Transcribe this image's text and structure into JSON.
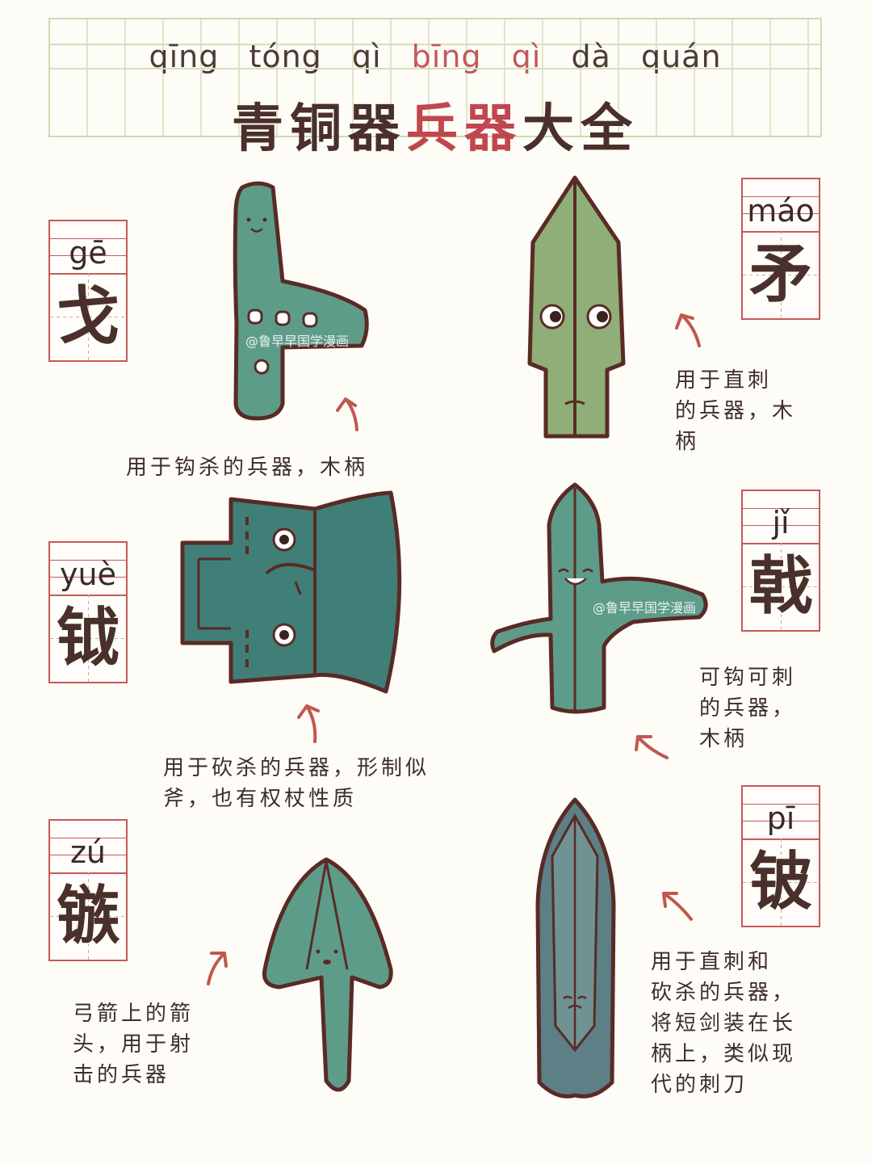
{
  "title": {
    "pinyin": [
      "qīng",
      "tóng",
      "qì",
      "bīng",
      "qì",
      "dà",
      "quán"
    ],
    "chars": [
      "青",
      "铜",
      "器",
      "兵",
      "器",
      "大",
      "全"
    ]
  },
  "colors": {
    "weapon_green": "#7fa882",
    "weapon_teal": "#4f8e86",
    "weapon_slate": "#5d7f86",
    "outline": "#5a2a25",
    "accent_red": "#c45a5a"
  },
  "weapons": [
    {
      "pinyin": "gē",
      "char": "戈",
      "desc": "用于钩杀的兵器，木柄"
    },
    {
      "pinyin": "máo",
      "char": "矛",
      "desc": "用于直刺\n的兵器，木\n柄"
    },
    {
      "pinyin": "yuè",
      "char": "钺",
      "desc": "用于砍杀的兵器，形制似\n斧，也有权杖性质"
    },
    {
      "pinyin": "jǐ",
      "char": "戟",
      "desc": "可钩可刺\n的兵器，\n木柄"
    },
    {
      "pinyin": "zú",
      "char": "镞",
      "desc": "弓箭上的箭\n头，用于射\n击的兵器"
    },
    {
      "pinyin": "pī",
      "char": "铍",
      "desc": "用于直刺和\n砍杀的兵器，\n将短剑装在长\n柄上，类似现\n代的刺刀"
    }
  ],
  "watermark": "@鲁早早国学漫画"
}
